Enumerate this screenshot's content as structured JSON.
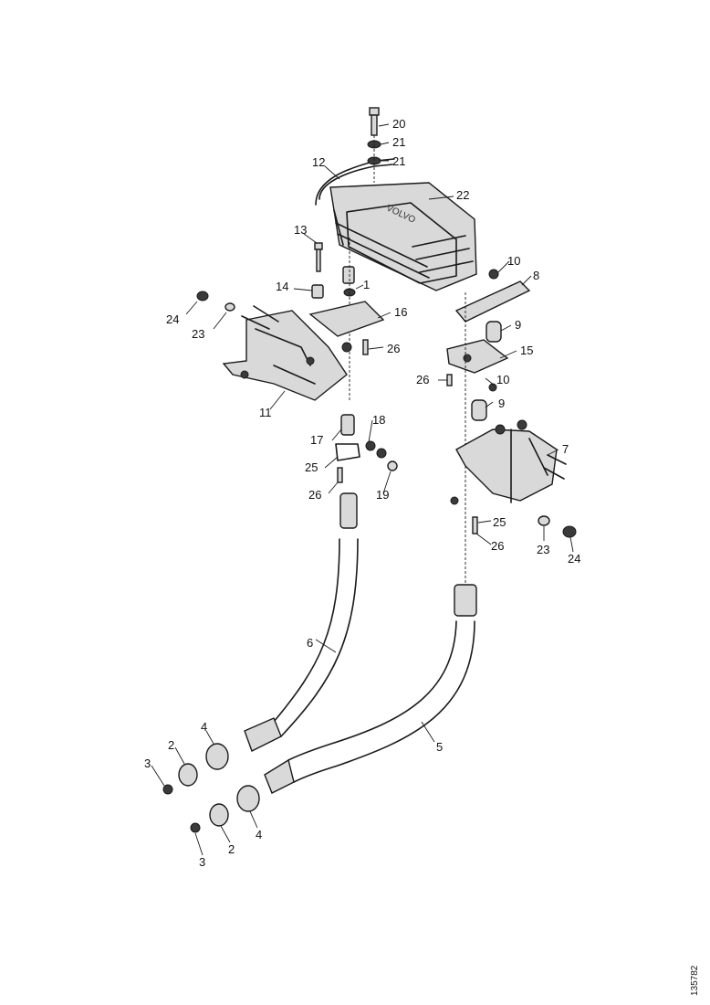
{
  "labels": {
    "l20": "20",
    "l21a": "21",
    "l21b": "21",
    "l12": "12",
    "l22": "22",
    "l13": "13",
    "l14": "14",
    "l1": "1",
    "l16": "16",
    "l24a": "24",
    "l23a": "23",
    "l26a": "26",
    "l11": "11",
    "l10a": "10",
    "l8": "8",
    "l9a": "9",
    "l15": "15",
    "l26b": "26",
    "l10b": "10",
    "l9b": "9",
    "l17": "17",
    "l18": "18",
    "l25a": "25",
    "l26c": "26",
    "l19": "19",
    "l7": "7",
    "l25b": "25",
    "l26d": "26",
    "l23b": "23",
    "l24b": "24",
    "l6": "6",
    "l5": "5",
    "l4a": "4",
    "l2a": "2",
    "l3a": "3",
    "l4b": "4",
    "l2b": "2",
    "l3b": "3"
  },
  "drawing_code": "135782"
}
